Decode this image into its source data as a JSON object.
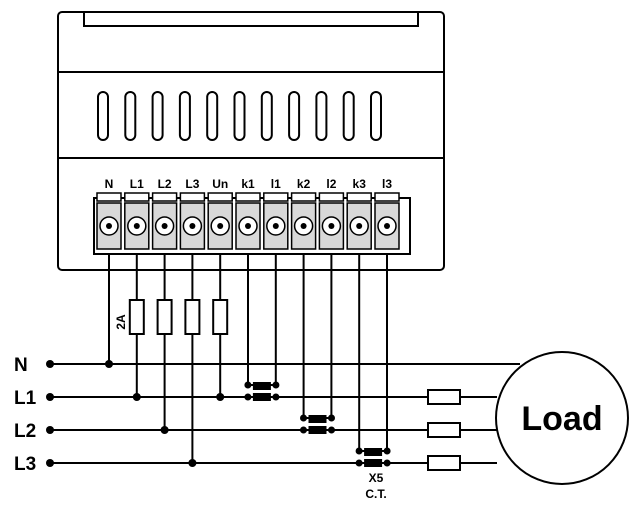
{
  "terminals": [
    "N",
    "L1",
    "L2",
    "L3",
    "Un",
    "k1",
    "l1",
    "k2",
    "l2",
    "k3",
    "l3"
  ],
  "fuse_label": "2A",
  "supply_lines": [
    "N",
    "L1",
    "L2",
    "L3"
  ],
  "load_label": "Load",
  "ct_label_1": "X5",
  "ct_label_2": "C.T.",
  "colors": {
    "ink": "#000000",
    "terminal_fill": "#d8d8d8",
    "background": "#ffffff"
  },
  "icons": [
    "terminal-screw-icon",
    "fuse-icon",
    "current-transformer-icon"
  ]
}
